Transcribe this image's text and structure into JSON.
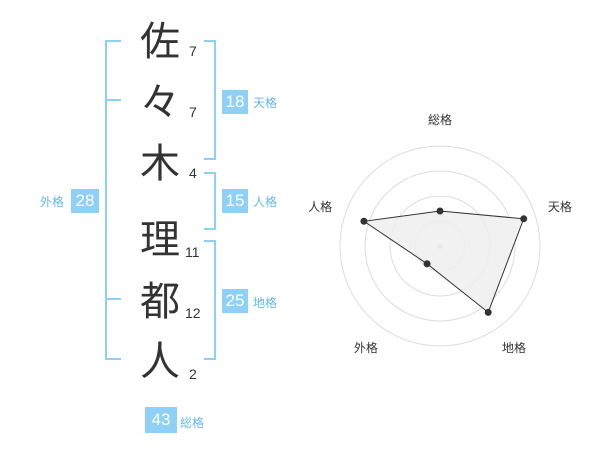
{
  "colors": {
    "accent": "#8fd0f7",
    "badge_background": "#8fd0f7",
    "badge_label": "#62b8ec",
    "text": "#333333",
    "radar_fill": "#efefef",
    "radar_ring": "#dddddd",
    "radar_line": "#333333"
  },
  "name": [
    {
      "char": "佐",
      "strokes": "7"
    },
    {
      "char": "々",
      "strokes": "7"
    },
    {
      "char": "木",
      "strokes": "4"
    },
    {
      "char": "理",
      "strokes": "11"
    },
    {
      "char": "都",
      "strokes": "12"
    },
    {
      "char": "人",
      "strokes": "2"
    }
  ],
  "fortunes": {
    "tenkaku": {
      "label": "天格",
      "value": "18"
    },
    "jinkaku": {
      "label": "人格",
      "value": "15"
    },
    "chikaku": {
      "label": "地格",
      "value": "25"
    },
    "gaikaku": {
      "label": "外格",
      "value": "28"
    },
    "soukaku": {
      "label": "総格",
      "value": "43"
    }
  },
  "chart_data": {
    "type": "radar",
    "axes": [
      "総格",
      "天格",
      "地格",
      "外格",
      "人格"
    ],
    "values": [
      0.35,
      0.88,
      0.82,
      0.22,
      0.8
    ],
    "max": 1,
    "rings": 4
  }
}
